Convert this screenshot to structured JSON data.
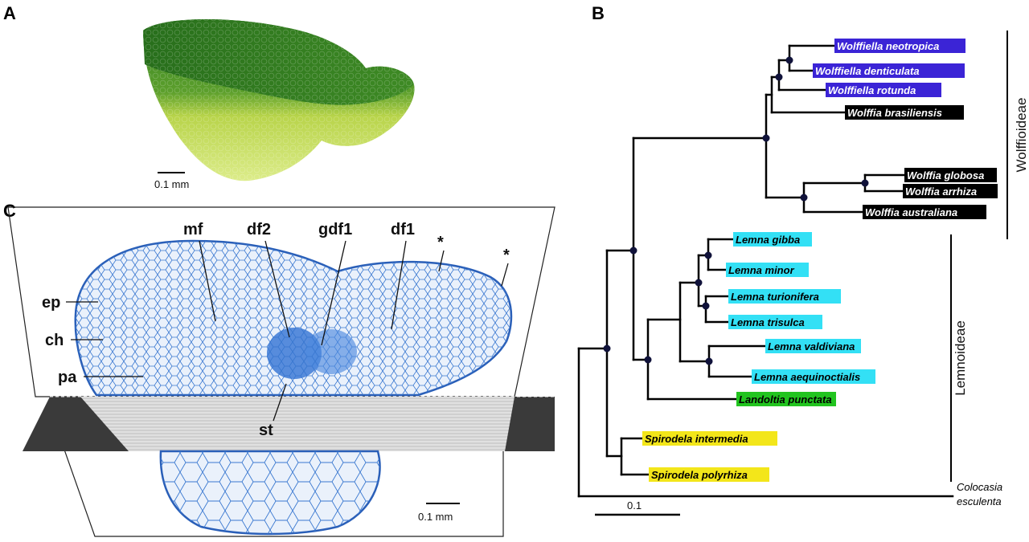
{
  "panels": {
    "a": {
      "letter": "A",
      "scale_text": "0.1 mm"
    },
    "b": {
      "letter": "B",
      "scale_text": "0.1"
    },
    "c": {
      "letter": "C",
      "scale_text": "0.1 mm"
    }
  },
  "section_labels": {
    "mf": "mf",
    "df2": "df2",
    "gdf1": "gdf1",
    "df1": "df1",
    "ep": "ep",
    "ch": "ch",
    "pa": "pa",
    "st": "st",
    "star1": "*",
    "star2": "*"
  },
  "tree": {
    "colors": {
      "blue": "#3b24d6",
      "black": "#000000",
      "cyan": "#33e0f5",
      "green": "#22c41f",
      "yellow": "#f3e61a"
    },
    "clades": {
      "wolffioideae": "Wolffioideae",
      "lemnoideae": "Lemnoideae"
    },
    "taxa": [
      {
        "name": "Wolffiella neotropica",
        "highlight": "blue"
      },
      {
        "name": "Wolffiella denticulata",
        "highlight": "blue"
      },
      {
        "name": "Wolffiella rotunda",
        "highlight": "blue"
      },
      {
        "name": "Wolffia brasiliensis",
        "highlight": "black"
      },
      {
        "name": "Wolffia globosa",
        "highlight": "black"
      },
      {
        "name": "Wolffia arrhiza",
        "highlight": "black"
      },
      {
        "name": "Wolffia australiana",
        "highlight": "black"
      },
      {
        "name": "Lemna gibba",
        "highlight": "cyan"
      },
      {
        "name": "Lemna minor",
        "highlight": "cyan"
      },
      {
        "name": "Lemna turionifera",
        "highlight": "cyan"
      },
      {
        "name": "Lemna trisulca",
        "highlight": "cyan"
      },
      {
        "name": "Lemna valdiviana",
        "highlight": "cyan"
      },
      {
        "name": "Lemna aequinoctialis",
        "highlight": "cyan"
      },
      {
        "name": "Landoltia punctata",
        "highlight": "green"
      },
      {
        "name": "Spirodela intermedia",
        "highlight": "yellow"
      },
      {
        "name": "Spirodela polyrhiza",
        "highlight": "yellow"
      }
    ],
    "outgroup": {
      "line1": "Colocasia",
      "line2": "esculenta"
    }
  }
}
